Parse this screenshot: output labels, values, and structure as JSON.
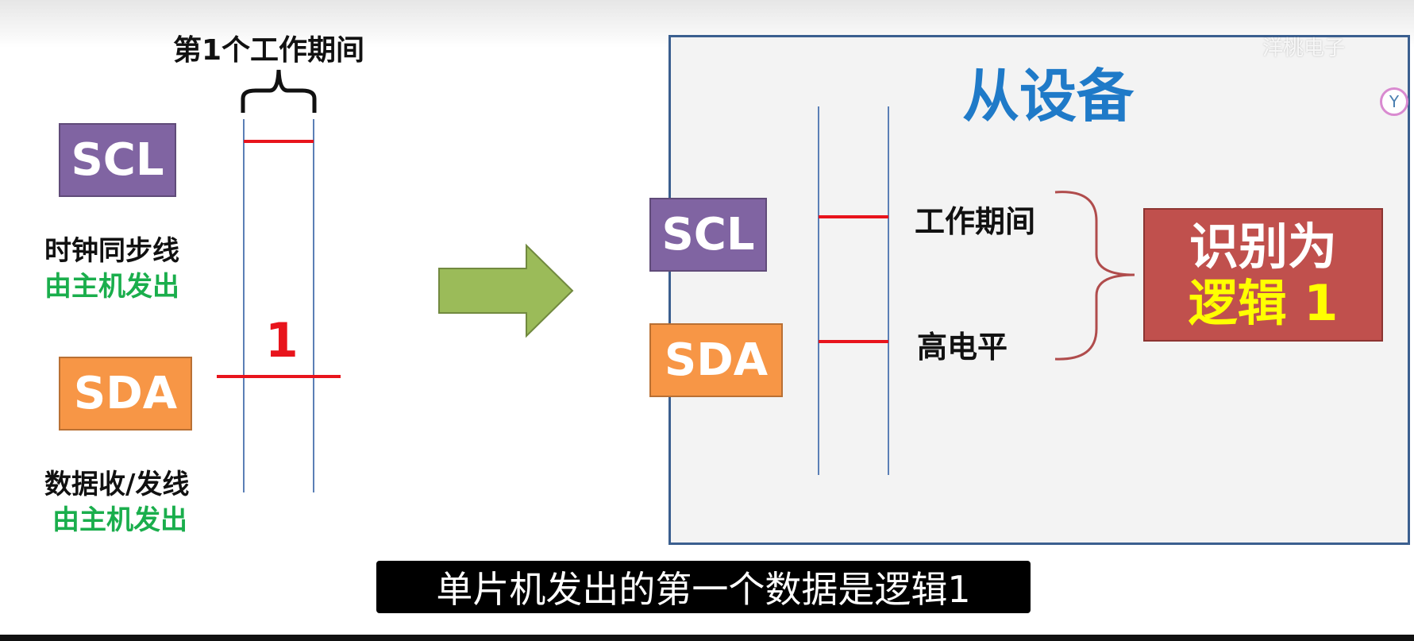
{
  "left": {
    "period_label": "第1个工作期间",
    "scl_label": "SCL",
    "scl_desc": "时钟同步线",
    "scl_source": "由主机发出",
    "sda_label": "SDA",
    "sda_desc": "数据收/发线",
    "sda_source": "由主机发出",
    "bit_value": "1"
  },
  "slave": {
    "title": "从设备",
    "scl_label": "SCL",
    "sda_label": "SDA",
    "condition_1": "工作期间",
    "condition_2": "高电平",
    "result_line1": "识别为",
    "result_line2": "逻辑 1"
  },
  "subtitle": "单片机发出的第一个数据是逻辑1",
  "watermark": "洋桃电子",
  "logo_glyph": "Y",
  "colors": {
    "scl": "#8064a2",
    "sda": "#f79646",
    "signal": "#e8141c",
    "arrow": "#9bbb59",
    "slave_title": "#1f7ac8",
    "result_box": "#c0504d",
    "result_highlight": "#ffff00",
    "green_text": "#1aae4c"
  }
}
